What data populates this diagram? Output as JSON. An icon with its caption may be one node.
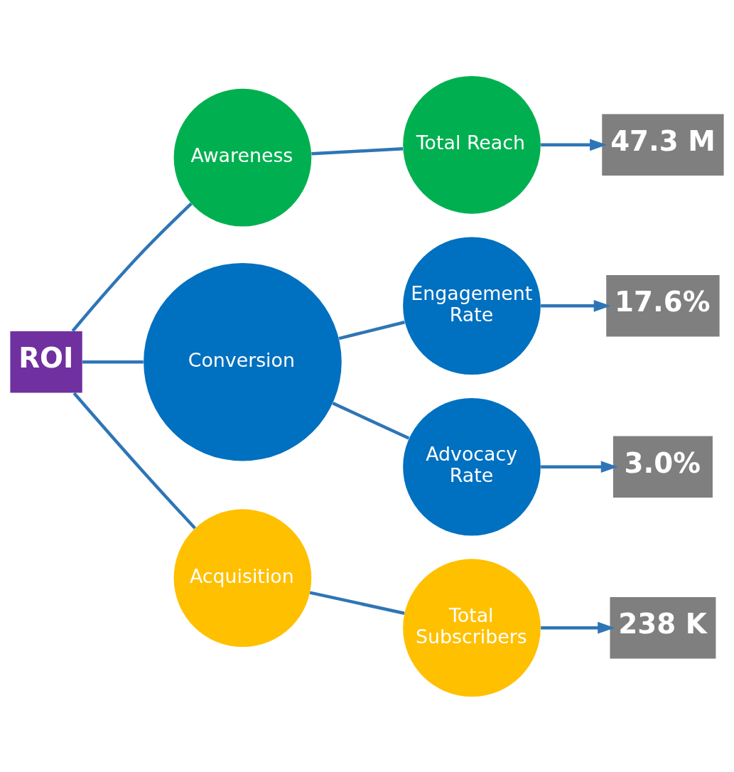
{
  "diagram": {
    "nodes": [
      {
        "text": [
          "ROI"
        ]
      },
      {
        "text": [
          "Awareness"
        ]
      },
      {
        "text": [
          "Conversion"
        ]
      },
      {
        "text": [
          "Acquisition"
        ]
      },
      {
        "text": [
          "Total Reach"
        ]
      },
      {
        "text": [
          "Engagement Rate"
        ]
      },
      {
        "text": [
          "Advocacy Rate"
        ]
      },
      {
        "text": [
          "Total Subscribers"
        ]
      },
      {
        "text": [
          "47.3 M"
        ]
      },
      {
        "text": [
          "17.6%"
        ]
      },
      {
        "text": [
          "3.0%"
        ]
      },
      {
        "text": [
          "238 K"
        ]
      }
    ],
    "edges": [
      {
        "from": 0,
        "to": 1,
        "arrow": "none"
      },
      {
        "from": 0,
        "to": 2,
        "arrow": "none"
      },
      {
        "from": 0,
        "to": 3,
        "arrow": "none"
      },
      {
        "from": 1,
        "to": 4,
        "arrow": "none"
      },
      {
        "from": 2,
        "to": 5,
        "arrow": "none"
      },
      {
        "from": 2,
        "to": 6,
        "arrow": "none"
      },
      {
        "from": 3,
        "to": 7,
        "arrow": "none"
      },
      {
        "from": 4,
        "to": 8,
        "arrow": "to"
      },
      {
        "from": 5,
        "to": 9,
        "arrow": "to"
      },
      {
        "from": 6,
        "to": 10,
        "arrow": "to"
      },
      {
        "from": 7,
        "to": 11,
        "arrow": "to"
      }
    ]
  }
}
